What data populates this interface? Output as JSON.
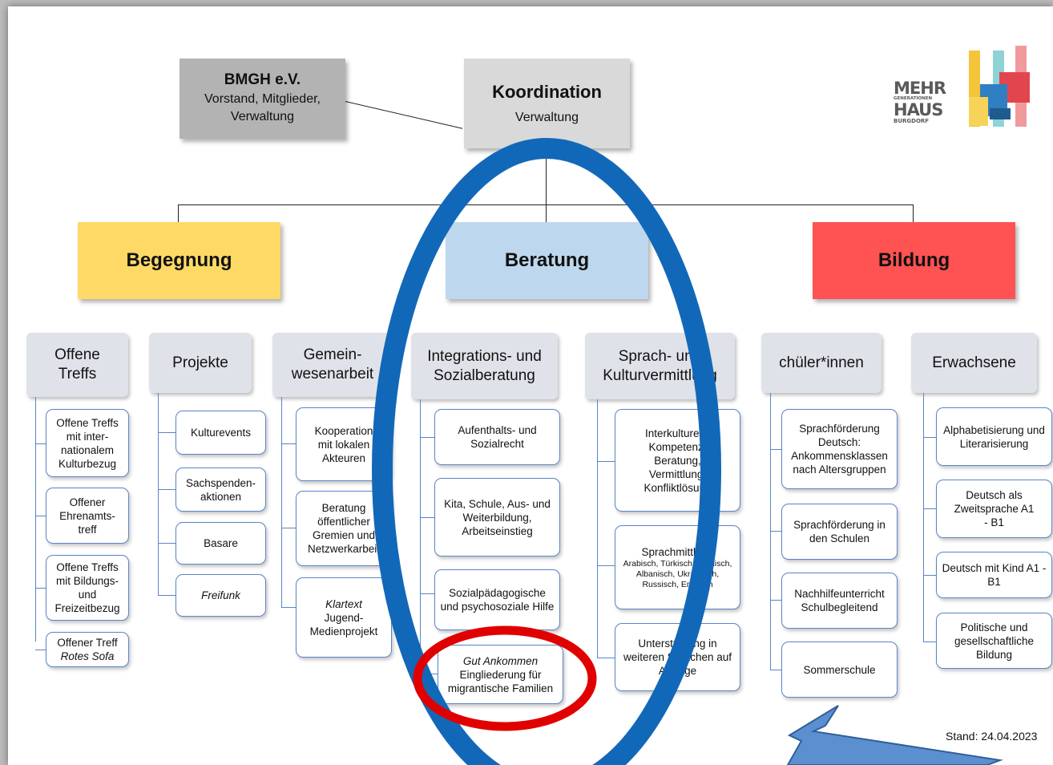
{
  "top": {
    "bmgh": {
      "title": "BMGH e.V.",
      "sub": "Vorstand, Mitglieder, Verwaltung"
    },
    "koordination": {
      "title": "Koordination",
      "sub": "Verwaltung"
    }
  },
  "logo": {
    "l1": "MEHR",
    "l2": "GENERATIONEN",
    "l3": "HAUS",
    "l4": "BURGDORF"
  },
  "categories": {
    "begegnung": "Begegnung",
    "beratung": "Beratung",
    "bildung": "Bildung"
  },
  "colors": {
    "begegnung": "#ffd966",
    "beratung": "#bdd7ee",
    "bildung": "#ff5252",
    "circle_blue": "#1268b8",
    "circle_red": "#e00000",
    "arrow": "#5b8fd0"
  },
  "sub": {
    "offene_treffs": "Offene Treffs",
    "projekte": "Projekte",
    "gemeinwesen": "Gemein- wesenarbeit",
    "integration": "Integrations- und Sozialberatung",
    "sprach": "Sprach- und Kulturvermittlung",
    "schueler": "chüler*innen",
    "erwachsene": "Erwachsene"
  },
  "leaves": {
    "ot1": "Offene Treffs mit inter- nationalem Kulturbezug",
    "ot2": "Offener Ehrenamts- treff",
    "ot3": "Offene Treffs mit Bildungs- und Freizeitbezug",
    "ot4a": "Offener Treff",
    "ot4b": "Rotes Sofa",
    "pr1": "Kulturevents",
    "pr2": "Sachspenden- aktionen",
    "pr3": "Basare",
    "pr4": "Freifunk",
    "gw1": "Kooperation mit lokalen Akteuren",
    "gw2": "Beratung öffentlicher Gremien und Netzwerkarbeit",
    "gw3a": "Klartext",
    "gw3b": "Jugend- Medienprojekt",
    "is1": "Aufenthalts- und Sozialrecht",
    "is2": "Kita, Schule, Aus- und Weiterbildung, Arbeitseinstieg",
    "is3": "Sozialpädagogische und psychosoziale Hilfe",
    "is4a": "Gut Ankommen",
    "is4b": "Eingliederung für migrantische Familien",
    "sk1": "Interkulturelle Kompetenz: Beratung, Vermittlung, Konfliktlösung",
    "sk2a": "Sprachmittlung",
    "sk2b": "Arabisch, Türkisch, Kurdisch, Albanisch, Ukrainisch, Russisch, Englisch",
    "sk3": "Unterstützung in weiteren Sprachen auf Anfrage",
    "sc1": "Sprachförderung Deutsch: Ankommensklassen nach Altersgruppen",
    "sc2": "Sprachförderung in den Schulen",
    "sc3": "Nachhilfeunterricht Schulbegleitend",
    "sc4": "Sommerschule",
    "er1": "Alphabetisierung und Literarisierung",
    "er2": "Deutsch als Zweitsprache A1 - B1",
    "er3": "Deutsch mit Kind A1 - B1",
    "er4": "Politische und gesellschaftliche Bildung"
  },
  "stand": "Stand: 24.04.2023"
}
